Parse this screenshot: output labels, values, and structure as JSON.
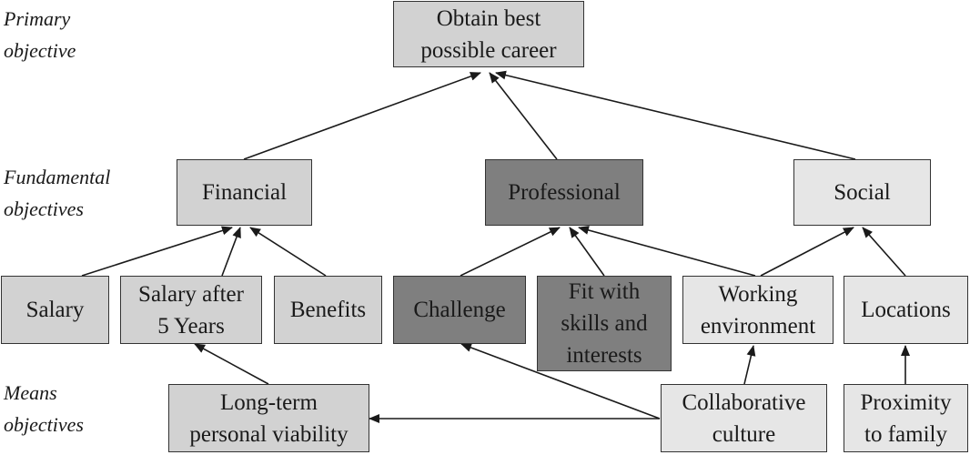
{
  "row_labels": {
    "primary": "Primary\nobjective",
    "fundamental": "Fundamental\nobjectives",
    "means": "Means\nobjectives"
  },
  "nodes": {
    "obtain_best_career": "Obtain best\npossible career",
    "financial": "Financial",
    "professional": "Professional",
    "social": "Social",
    "salary": "Salary",
    "salary_after_5_years": "Salary after\n5 Years",
    "benefits": "Benefits",
    "challenge": "Challenge",
    "fit_with_skills": "Fit with\nskills and\ninterests",
    "working_environment": "Working\nenvironment",
    "locations": "Locations",
    "long_term_viability": "Long-term\npersonal viability",
    "collaborative_culture": "Collaborative\nculture",
    "proximity_to_family": "Proximity\nto family"
  },
  "colors": {
    "light_fill": "#e6e6e6",
    "medium_fill": "#d2d2d2",
    "dark_fill": "#7f7f7f"
  }
}
